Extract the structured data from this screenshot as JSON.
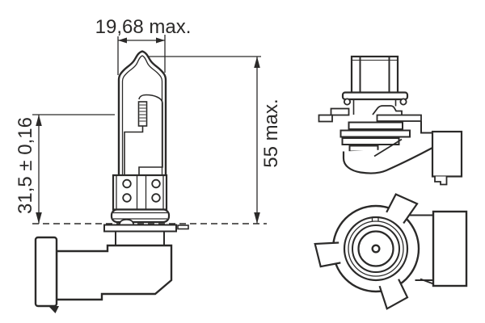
{
  "page": {
    "background_color": "#ffffff",
    "line_color": "#2b2a29",
    "description": "Technical dimension drawing of a halogen headlight bulb with right-angle connector, shown in side view, perspective view and front (axial) view"
  },
  "dimensions": {
    "bulb_diameter_label": "19,68 max.",
    "overall_length_label": "55 max.",
    "reference_height_label": "31,5 ± 0,16"
  }
}
